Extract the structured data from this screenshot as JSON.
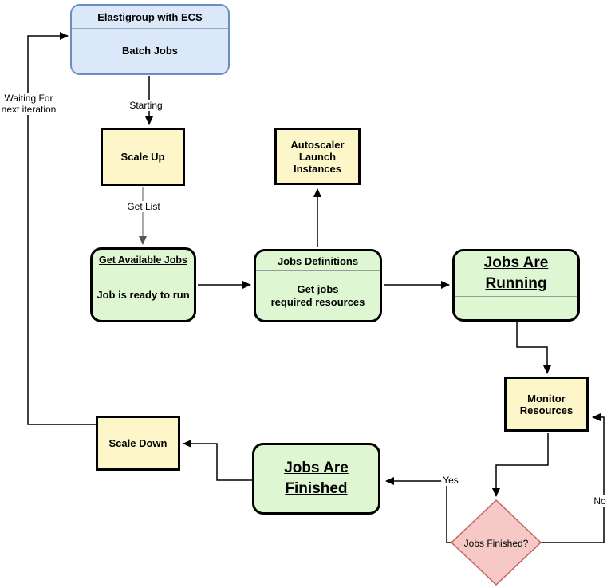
{
  "diagram": {
    "elastigroup": {
      "header": "Elastigroup with ECS",
      "body": "Batch Jobs"
    },
    "nodes": {
      "scale_up": "Scale Up",
      "autoscaler": [
        "Autoscaler",
        "Launch",
        "Instances"
      ],
      "get_available_jobs": {
        "header": "Get Available Jobs",
        "body": "Job is ready to run"
      },
      "jobs_definitions": {
        "header": "Jobs Definitions",
        "body": [
          "Get jobs",
          "required resources"
        ]
      },
      "jobs_are_running": [
        "Jobs Are",
        "Running"
      ],
      "monitor_resources": [
        "Monitor",
        "Resources"
      ],
      "jobs_finished_decision": "Jobs Finished?",
      "jobs_are_finished": [
        "Jobs Are",
        "Finished"
      ],
      "scale_down": "Scale Down"
    },
    "edge_labels": {
      "waiting": [
        "Waiting For",
        "next iteration"
      ],
      "starting": "Starting",
      "get_list": "Get List",
      "yes": "Yes",
      "no": "No"
    },
    "colors": {
      "blue_fill": "#dbe8fa",
      "blue_stroke": "#6c8ebf",
      "yellow_fill": "#fdf6c8",
      "green_fill": "#def6d2",
      "pink_fill": "#f6c9c6",
      "pink_stroke": "#c26360",
      "node_stroke": "#000000",
      "edge_color": "#000000",
      "muted_edge_color": "#8f8f8f"
    }
  }
}
